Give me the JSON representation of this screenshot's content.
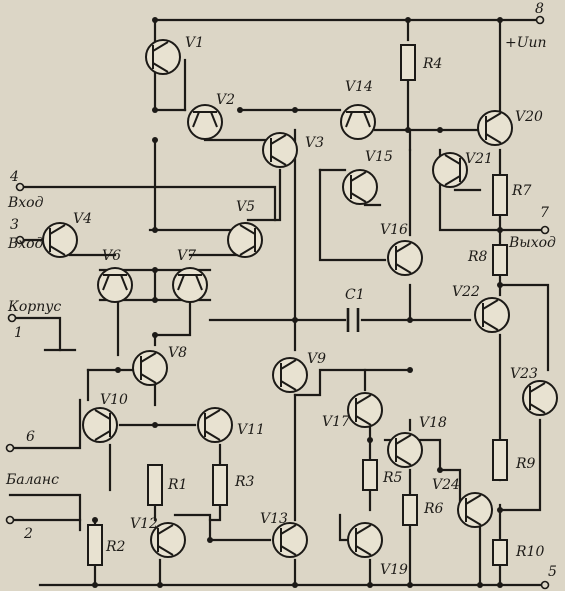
{
  "pins": {
    "p8": "8",
    "supply": "+Uип",
    "p4": "4",
    "in1": "Вход",
    "p3": "3",
    "in2": "Вход",
    "p7": "7",
    "out": "Выход",
    "korpus": "Корпус",
    "p1": "1",
    "p6": "6",
    "balans": "Баланс",
    "p2": "2",
    "p5": "5"
  },
  "transistors": {
    "v1": "V1",
    "v2": "V2",
    "v3": "V3",
    "v4": "V4",
    "v5": "V5",
    "v6": "V6",
    "v7": "V7",
    "v8": "V8",
    "v9": "V9",
    "v10": "V10",
    "v11": "V11",
    "v12": "V12",
    "v13": "V13",
    "v14": "V14",
    "v15": "V15",
    "v16": "V16",
    "v17": "V17",
    "v18": "V18",
    "v19": "V19",
    "v20": "V20",
    "v21": "V21",
    "v22": "V22",
    "v23": "V23",
    "v24": "V24"
  },
  "resistors": {
    "r1": "R1",
    "r2": "R2",
    "r3": "R3",
    "r4": "R4",
    "r5": "R5",
    "r6": "R6",
    "r7": "R7",
    "r8": "R8",
    "r9": "R9",
    "r10": "R10"
  },
  "capacitors": {
    "c1": "C1"
  }
}
